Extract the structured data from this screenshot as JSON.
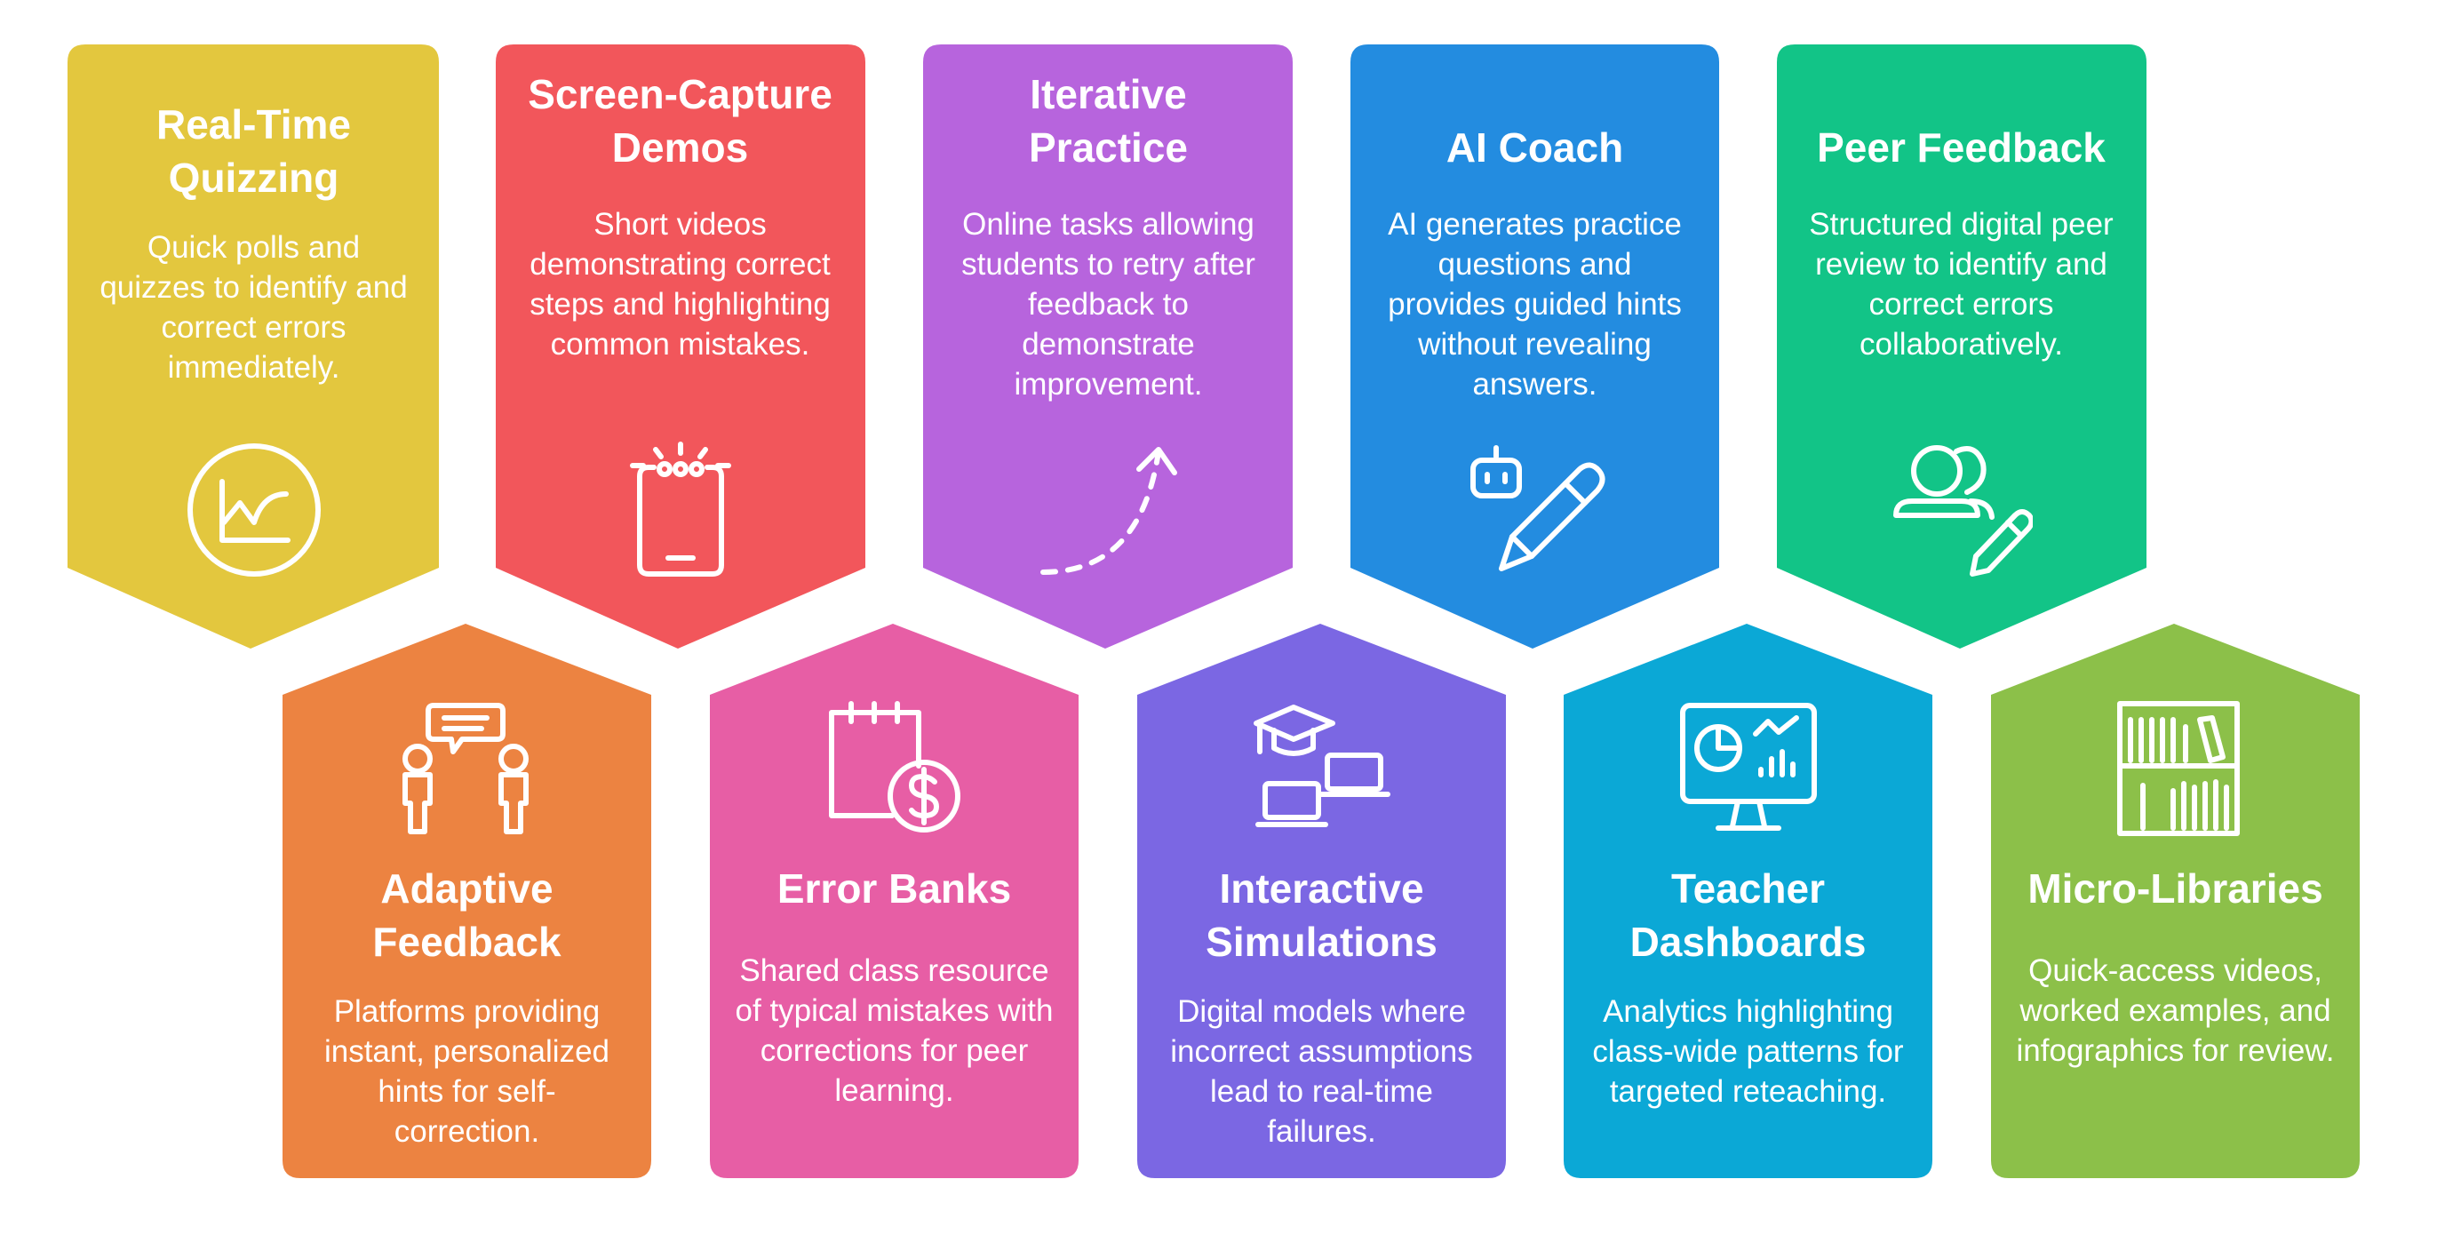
{
  "colors": {
    "yellow": "#E3C73E",
    "red": "#F2565B",
    "purple": "#B764DD",
    "blue": "#238CE0",
    "green": "#12C487",
    "orange": "#EC8341",
    "pink": "#E75EA5",
    "violet": "#7B67E3",
    "cyan": "#0BA8D6",
    "lime": "#8CC049"
  },
  "cards": {
    "quizzing": {
      "title": "Real-Time Quizzing",
      "desc": "Quick polls and quizzes to identify and correct errors immediately.",
      "icon": "line-chart-icon"
    },
    "screen": {
      "title": "Screen-Capture Demos",
      "desc": "Short videos demonstrating correct steps and highlighting common mistakes.",
      "icon": "smartphone-icon"
    },
    "iterative": {
      "title": "Iterative Practice",
      "desc": "Online tasks allowing students to retry after feedback to demonstrate improvement.",
      "icon": "curved-arrow-icon"
    },
    "coach": {
      "title": "AI Coach",
      "desc": "AI generates practice questions and provides guided hints without revealing answers.",
      "icon": "robot-pencil-icon"
    },
    "peer": {
      "title": "Peer Feedback",
      "desc": "Structured digital peer review to identify and correct errors collaboratively.",
      "icon": "people-pencil-icon"
    },
    "adaptive": {
      "title": "Adaptive Feedback",
      "desc": "Platforms providing instant, personalized hints for self-correction.",
      "icon": "conversation-icon"
    },
    "errorbanks": {
      "title": "Error Banks",
      "desc": "Shared class resource of typical mistakes with corrections for peer learning.",
      "icon": "calendar-dollar-icon"
    },
    "simulations": {
      "title": "Interactive Simulations",
      "desc": "Digital models where incorrect assumptions lead to real-time failures.",
      "icon": "graduation-laptops-icon"
    },
    "dashboards": {
      "title": "Teacher Dashboards",
      "desc": "Analytics highlighting class-wide patterns for targeted reteaching.",
      "icon": "monitor-analytics-icon"
    },
    "libraries": {
      "title": "Micro-Libraries",
      "desc": "Quick-access videos, worked examples, and infographics for review.",
      "icon": "bookshelf-icon"
    }
  }
}
